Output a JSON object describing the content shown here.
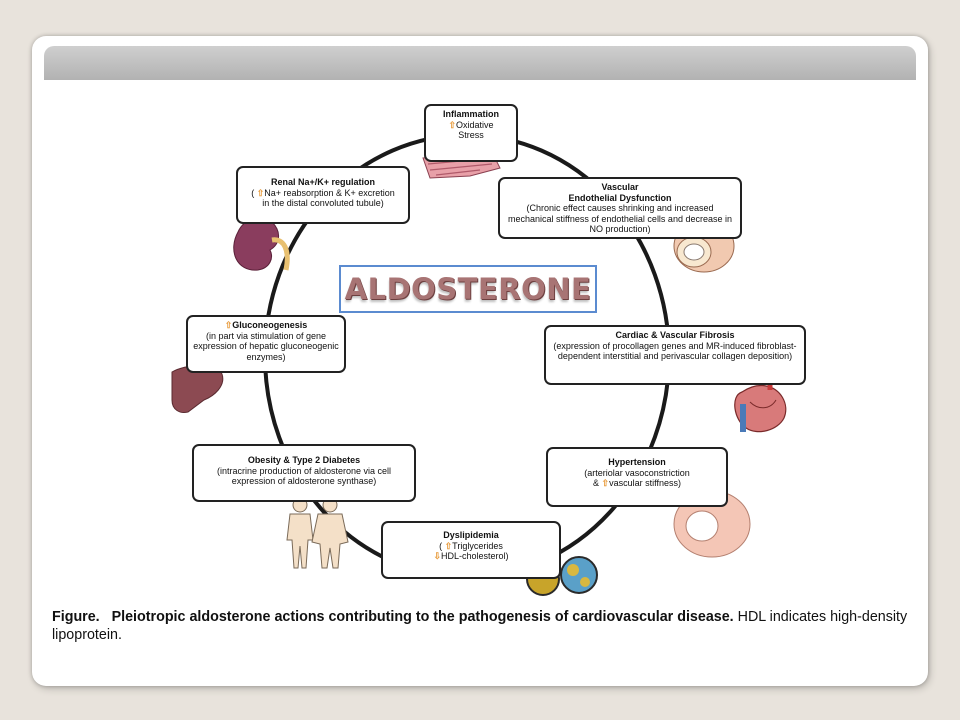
{
  "center_label": "ALDOSTERONE",
  "nodes": {
    "inflammation": {
      "title": "Inflammation",
      "line1": "Oxidative",
      "line2": "Stress"
    },
    "vascular": {
      "title1": "Vascular",
      "title2": "Endothelial Dysfunction",
      "desc": "(Chronic effect causes shrinking and increased mechanical stiffness of endothelial cells and decrease in NO production)"
    },
    "cardiac": {
      "title": "Cardiac & Vascular Fibrosis",
      "desc": "(expression of procollagen genes and MR-induced fibroblast-dependent interstitial and perivascular collagen deposition)"
    },
    "hypertension": {
      "title": "Hypertension",
      "line1": "(arteriolar vasoconstriction",
      "line2": "vascular stiffness)"
    },
    "dyslipidemia": {
      "title": "Dyslipidemia",
      "line1": "Triglycerides",
      "line2": "HDL-cholesterol)"
    },
    "obesity": {
      "title": "Obesity & Type 2 Diabetes",
      "desc": "(intracrine production of aldosterone via cell expression of aldosterone synthase)"
    },
    "gluconeogenesis": {
      "title": "Gluconeogenesis",
      "desc": "(in part via stimulation of gene expression of hepatic gluconeogenic enzymes)"
    },
    "renal": {
      "title": "Renal Na+/K+ regulation",
      "line1": "Na+ reabsorption & K+ excretion",
      "line2": "in the distal convoluted tubule)"
    }
  },
  "caption": {
    "label": "Figure.",
    "bold_text": "Pleiotropic aldosterone actions contributing to the pathogenesis of cardiovascular disease.",
    "text": "HDL indicates high-density lipoprotein."
  },
  "colors": {
    "arrow": "#e89b3c",
    "center_border": "#5b8bd0",
    "center_text": "#a87474"
  }
}
